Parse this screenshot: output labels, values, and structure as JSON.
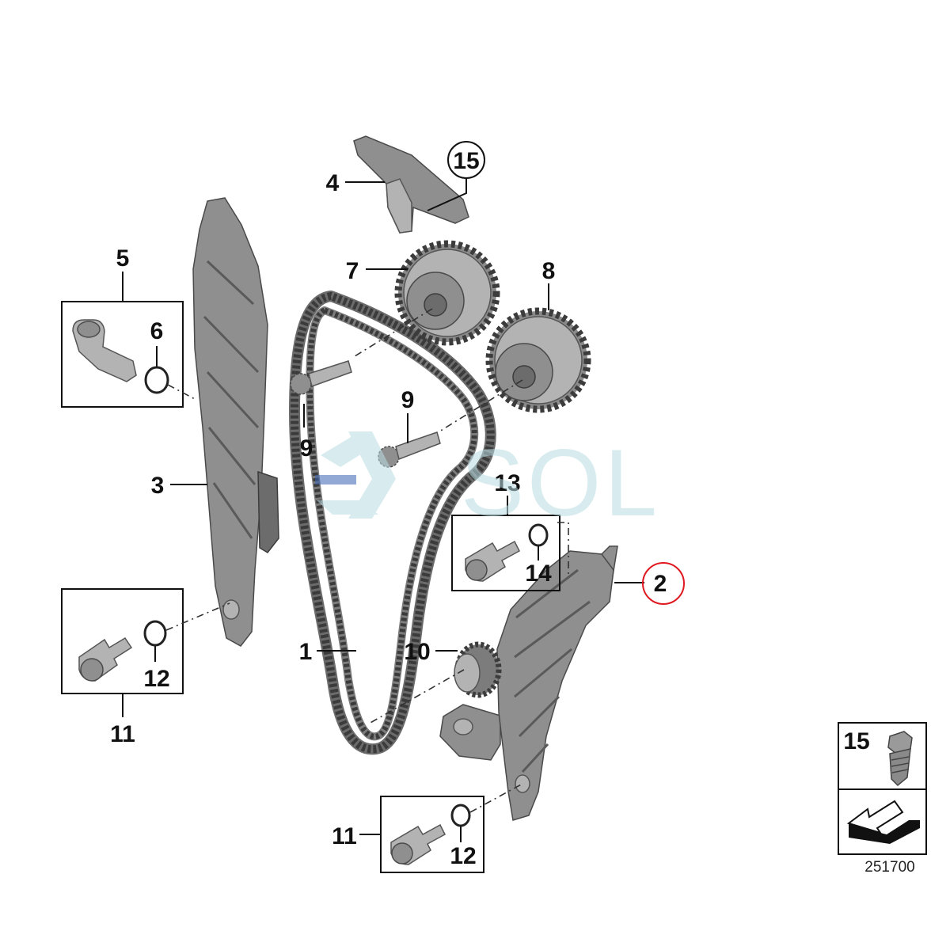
{
  "diagram": {
    "callouts": {
      "n1": "1",
      "n2": "2",
      "n3": "3",
      "n4": "4",
      "n5": "5",
      "n6": "6",
      "n7": "7",
      "n8": "8",
      "n9a": "9",
      "n9b": "9",
      "n10": "10",
      "n11a": "11",
      "n11b": "11",
      "n12a": "12",
      "n12b": "12",
      "n13": "13",
      "n14": "14",
      "n15": "15"
    },
    "legend": {
      "number": "15"
    },
    "reference_number": "251700",
    "watermark": {
      "text": "SOL"
    },
    "colors": {
      "highlight": "#e0181f",
      "part": "#8f8f8f",
      "watermark": "#b9dde3"
    }
  }
}
